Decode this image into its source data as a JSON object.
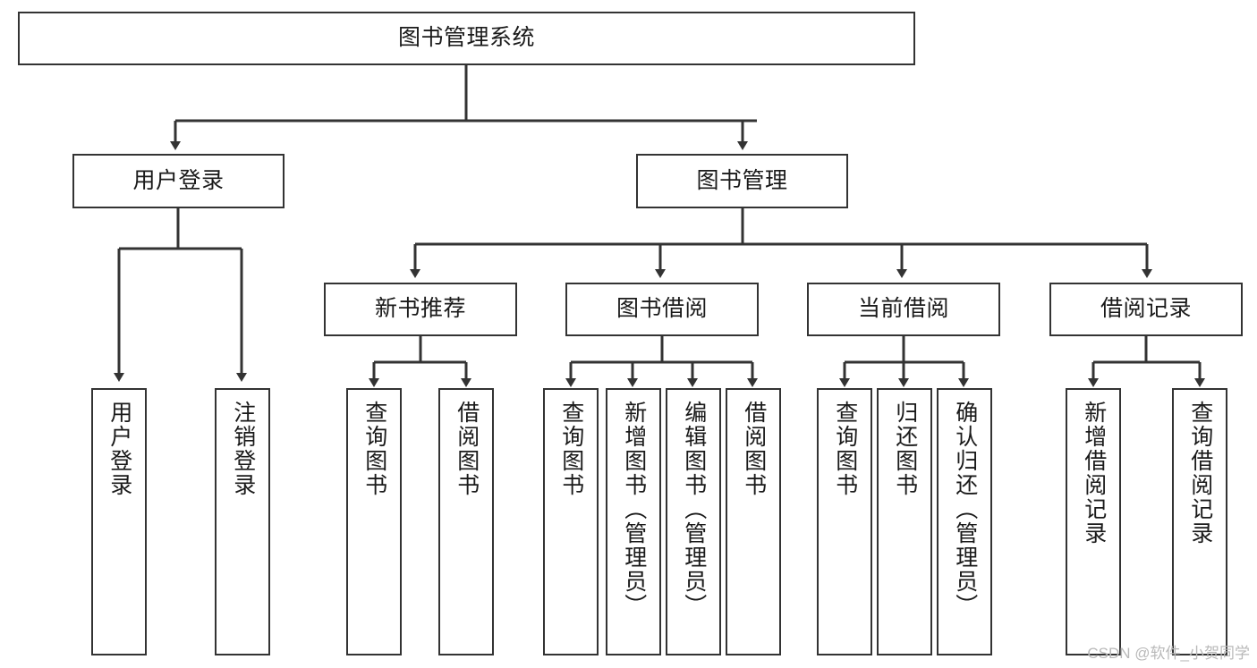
{
  "diagram": {
    "title": "图书管理系统",
    "type": "tree-hierarchy",
    "background_color": "#ffffff",
    "line_color": "#333333",
    "box_fill": "#ffffff",
    "text_color": "#1a1a1a",
    "nodes": {
      "root": {
        "label": "图书管理系统"
      },
      "level1": [
        {
          "id": "user-login",
          "label": "用户登录"
        },
        {
          "id": "book-management",
          "label": "图书管理"
        }
      ],
      "level2": [
        {
          "id": "new-book-recommend",
          "label": "新书推荐",
          "parent": "book-management"
        },
        {
          "id": "book-borrow",
          "label": "图书借阅",
          "parent": "book-management"
        },
        {
          "id": "current-borrow",
          "label": "当前借阅",
          "parent": "book-management"
        },
        {
          "id": "borrow-record",
          "label": "借阅记录",
          "parent": "book-management"
        }
      ],
      "leaves": {
        "user_login": [
          {
            "id": "leaf-user-login",
            "label": "用户登录"
          },
          {
            "id": "leaf-logout-login",
            "label": "注销登录"
          }
        ],
        "new_book_recommend": [
          {
            "id": "leaf-query-book-1",
            "label": "查询图书"
          },
          {
            "id": "leaf-borrow-book-1",
            "label": "借阅图书"
          }
        ],
        "book_borrow": [
          {
            "id": "leaf-query-book-2",
            "label": "查询图书"
          },
          {
            "id": "leaf-add-book",
            "label": "新增图书（管理员）"
          },
          {
            "id": "leaf-edit-book",
            "label": "编辑图书（管理员）"
          },
          {
            "id": "leaf-borrow-book-2",
            "label": "借阅图书"
          }
        ],
        "current_borrow": [
          {
            "id": "leaf-query-book-3",
            "label": "查询图书"
          },
          {
            "id": "leaf-return-book",
            "label": "归还图书"
          },
          {
            "id": "leaf-confirm-return",
            "label": "确认归还（管理员）"
          }
        ],
        "borrow_record": [
          {
            "id": "leaf-add-record",
            "label": "新增借阅记录"
          },
          {
            "id": "leaf-query-record",
            "label": "查询借阅记录"
          }
        ]
      }
    }
  },
  "watermark": {
    "text": "CSDN @软件_小贺同学"
  }
}
